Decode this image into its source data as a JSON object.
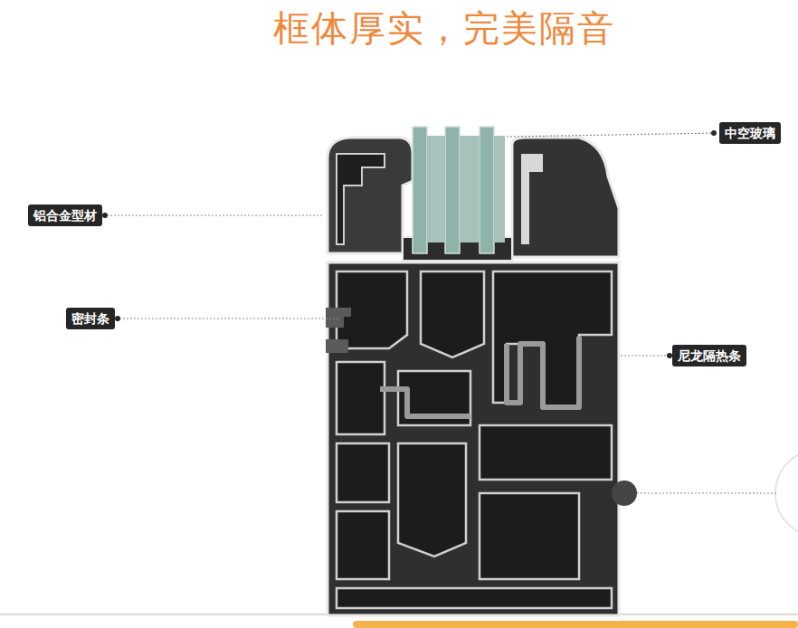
{
  "diagram": {
    "title": "框体厚实，完美隔音",
    "nodes": [
      {
        "text": [
          "中空玻璃"
        ]
      },
      {
        "text": [
          "铝合金型材"
        ]
      },
      {
        "text": [
          "密封条"
        ]
      },
      {
        "text": [
          "尼龙隔热条"
        ]
      }
    ]
  }
}
